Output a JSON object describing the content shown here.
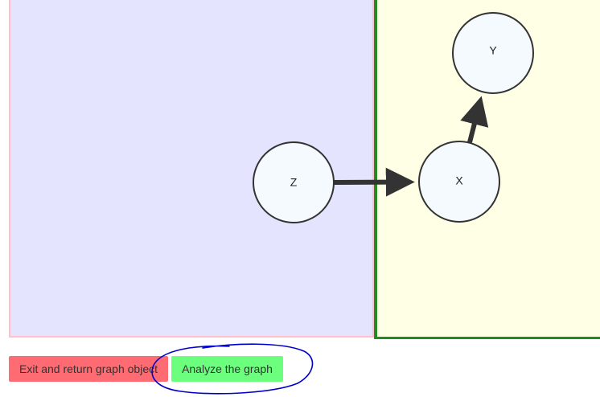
{
  "graph": {
    "nodes": [
      {
        "id": "Z",
        "label": "Z"
      },
      {
        "id": "X",
        "label": "X"
      },
      {
        "id": "Y",
        "label": "Y"
      }
    ],
    "edges": [
      {
        "from": "Z",
        "to": "X"
      },
      {
        "from": "X",
        "to": "Y"
      }
    ]
  },
  "buttons": {
    "exit_label": "Exit and return graph object",
    "analyze_label": "Analyze the graph"
  },
  "colors": {
    "left_panel": "#e4e4ff",
    "left_panel_border": "#ffc0cb",
    "right_panel": "#ffffe6",
    "right_panel_border": "#228b22",
    "node_fill": "#f5faff",
    "node_stroke": "#333333",
    "edge": "#333333",
    "exit_button": "#ff6b72",
    "analyze_button": "#6bff7d",
    "annotation": "#0000cc"
  }
}
